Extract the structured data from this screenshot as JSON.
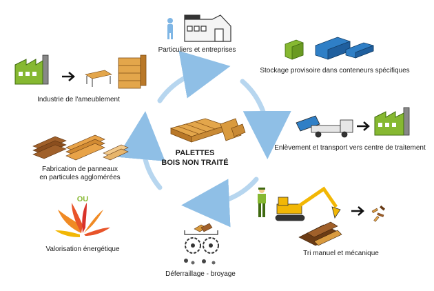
{
  "center_title": [
    "PALETTES",
    "BOIS NON TRAITÉ"
  ],
  "steps": {
    "individuals": "Particuliers et entreprises",
    "storage": "Stockage provisoire dans conteneurs spécifiques",
    "transport": "Enlèvement et transport vers centre de traitement",
    "sorting": "Tri manuel et mécanique",
    "crushing": "Déferraillage - broyage",
    "energy": "Valorisation énergétique",
    "panels": [
      "Fabrication de panneaux",
      "en particules agglomérées"
    ],
    "furniture": "Industrie de l'ameublement"
  },
  "or_label": "OU",
  "colors": {
    "arrow": "#9cc5e8",
    "factory": "#86b831",
    "container": "#2f7fc6",
    "excavator": "#f2b705",
    "wood": "#d99a3e"
  }
}
